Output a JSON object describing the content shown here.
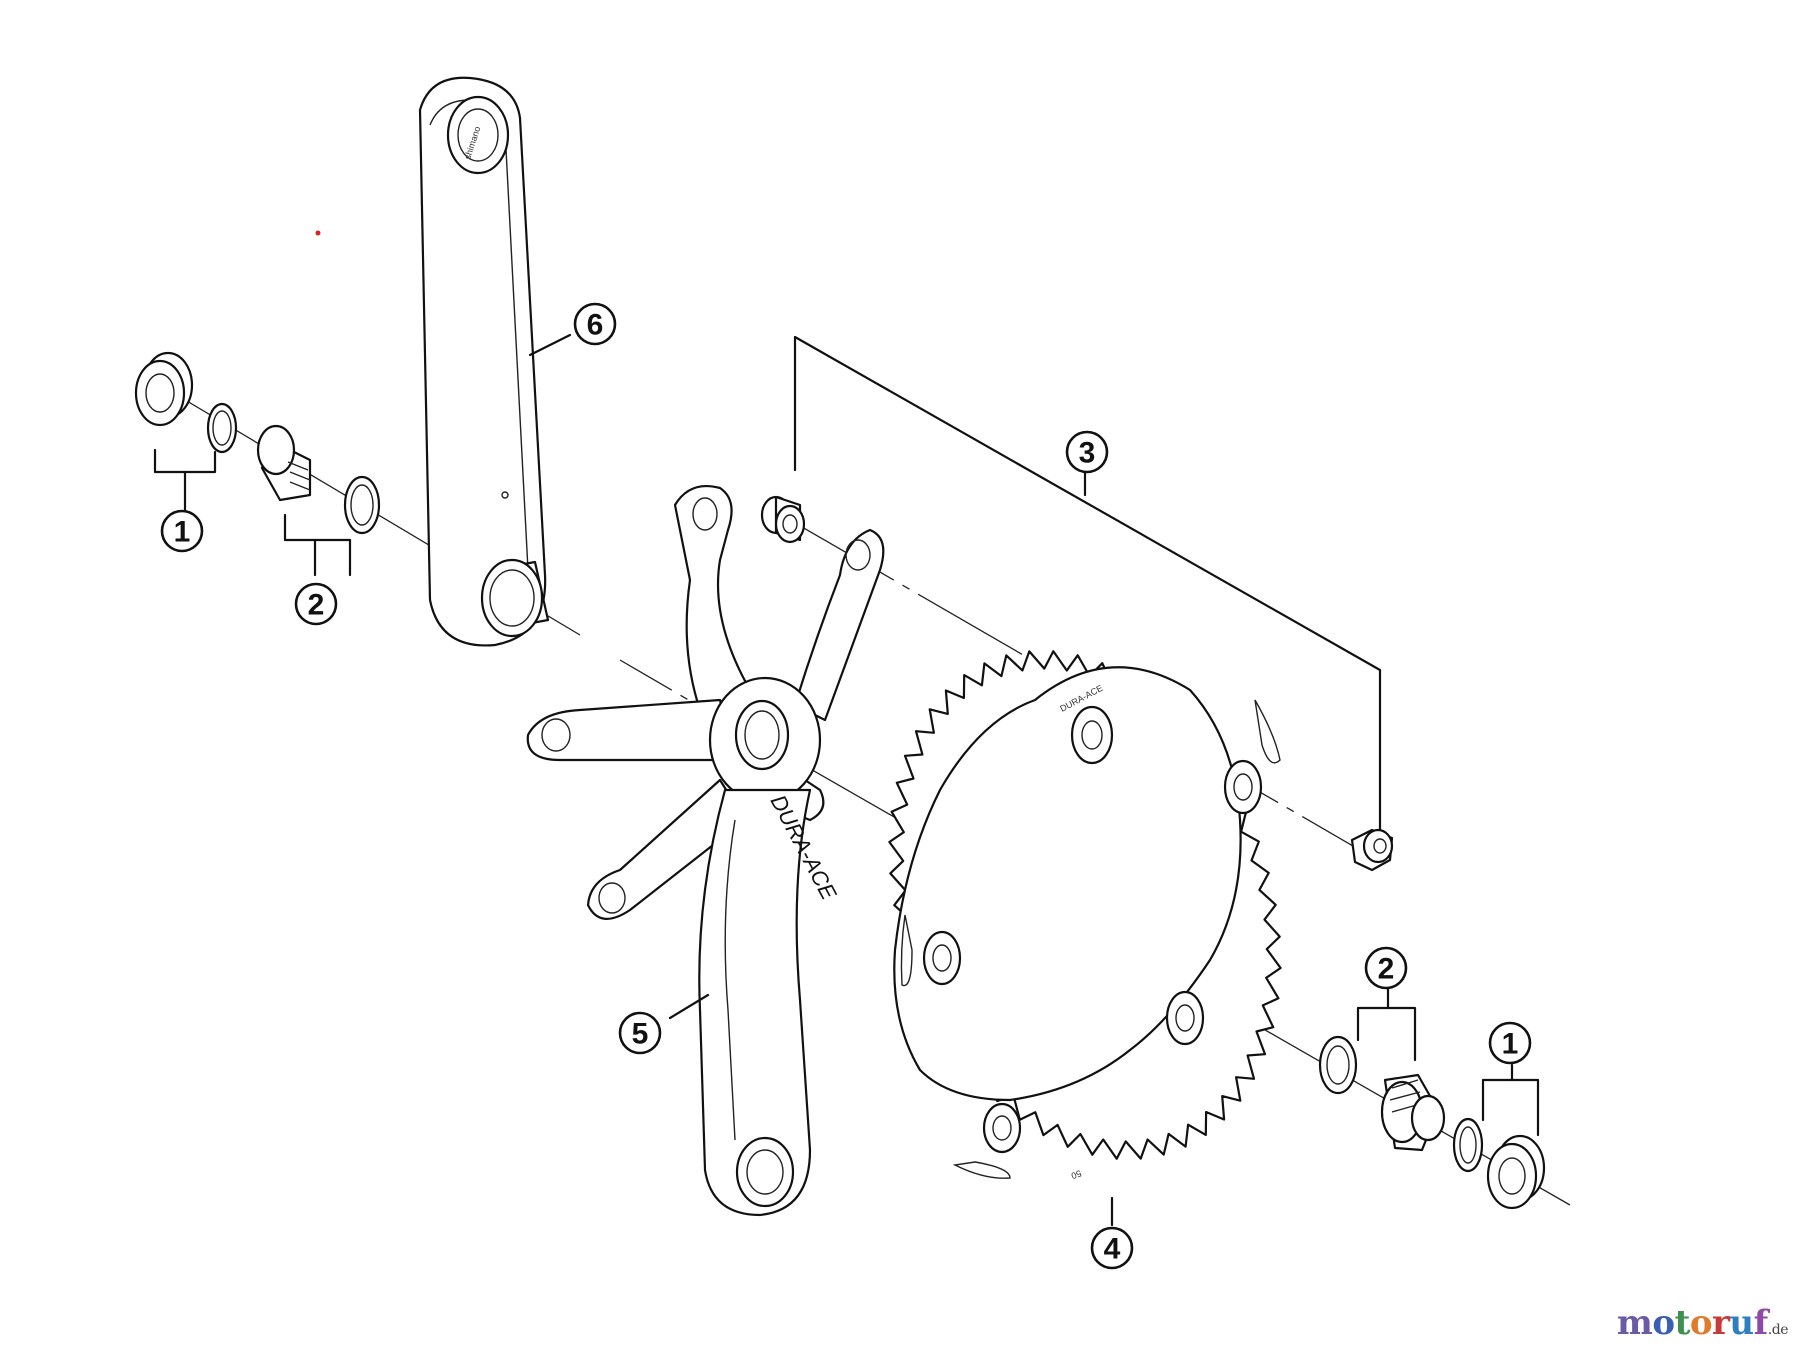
{
  "diagram": {
    "callouts": [
      {
        "id": "c1-left",
        "label": "1"
      },
      {
        "id": "c2-left",
        "label": "2"
      },
      {
        "id": "c3",
        "label": "3"
      },
      {
        "id": "c4",
        "label": "4"
      },
      {
        "id": "c5",
        "label": "5"
      },
      {
        "id": "c6",
        "label": "6"
      },
      {
        "id": "c2-right",
        "label": "2"
      },
      {
        "id": "c1-right",
        "label": "1"
      }
    ],
    "crank_brand": "DURA-ACE",
    "chainring_brand": "DURA-ACE",
    "chainring_teeth": "50",
    "arm_engraving": "shimano"
  },
  "watermark": {
    "letters": [
      "m",
      "o",
      "t",
      "o",
      "r",
      "u",
      "f"
    ],
    "colors": [
      "#6b5aa8",
      "#3b5fb0",
      "#3f8f4f",
      "#e07b2a",
      "#c73a3a",
      "#2f7fc0",
      "#8d4aa6"
    ],
    "tld": ".de"
  }
}
